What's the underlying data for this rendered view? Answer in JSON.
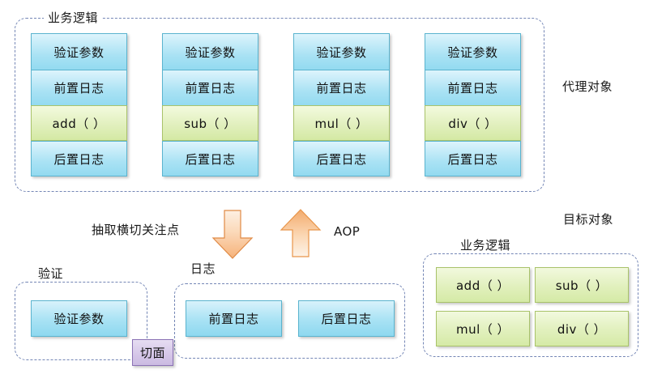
{
  "diagram": {
    "title_top_group": "业务逻辑",
    "proxy_object_label": "代理对象",
    "target_object_label": "目标对象",
    "target_group_label": "业务逻辑",
    "extract_label": "抽取横切关注点",
    "aop_label": "AOP",
    "validate_group_label": "验证",
    "log_group_label": "日志",
    "aspect_badge": "切面"
  },
  "proxy_columns": [
    {
      "rows": [
        {
          "text": "验证参数",
          "kind": "blue"
        },
        {
          "text": "前置日志",
          "kind": "blue"
        },
        {
          "text": "add（ ）",
          "kind": "green"
        },
        {
          "text": "后置日志",
          "kind": "blue"
        }
      ]
    },
    {
      "rows": [
        {
          "text": "验证参数",
          "kind": "blue"
        },
        {
          "text": "前置日志",
          "kind": "blue"
        },
        {
          "text": "sub（ ）",
          "kind": "green"
        },
        {
          "text": "后置日志",
          "kind": "blue"
        }
      ]
    },
    {
      "rows": [
        {
          "text": "验证参数",
          "kind": "blue"
        },
        {
          "text": "前置日志",
          "kind": "blue"
        },
        {
          "text": "mul（ ）",
          "kind": "green"
        },
        {
          "text": "后置日志",
          "kind": "blue"
        }
      ]
    },
    {
      "rows": [
        {
          "text": "验证参数",
          "kind": "blue"
        },
        {
          "text": "前置日志",
          "kind": "blue"
        },
        {
          "text": "div（ ）",
          "kind": "green"
        },
        {
          "text": "后置日志",
          "kind": "blue"
        }
      ]
    }
  ],
  "validate_group": {
    "cells": [
      {
        "text": "验证参数"
      }
    ]
  },
  "log_group": {
    "cells": [
      {
        "text": "前置日志"
      },
      {
        "text": "后置日志"
      }
    ]
  },
  "target_methods": [
    {
      "text": "add（ ）"
    },
    {
      "text": "sub（ ）"
    },
    {
      "text": "mul（ ）"
    },
    {
      "text": "div（ ）"
    }
  ],
  "colors": {
    "blue_fill": "#a8e2f4",
    "blue_border": "#5ab4cf",
    "green_fill": "#e1f0bd",
    "green_border": "#a9c36a",
    "purple_fill": "#d5c6e8",
    "purple_border": "#8b72b5",
    "dashed_border": "#7486b5",
    "arrow_fill": "#f7c395",
    "arrow_border": "#e8954a",
    "text": "#111111",
    "background": "#ffffff"
  }
}
